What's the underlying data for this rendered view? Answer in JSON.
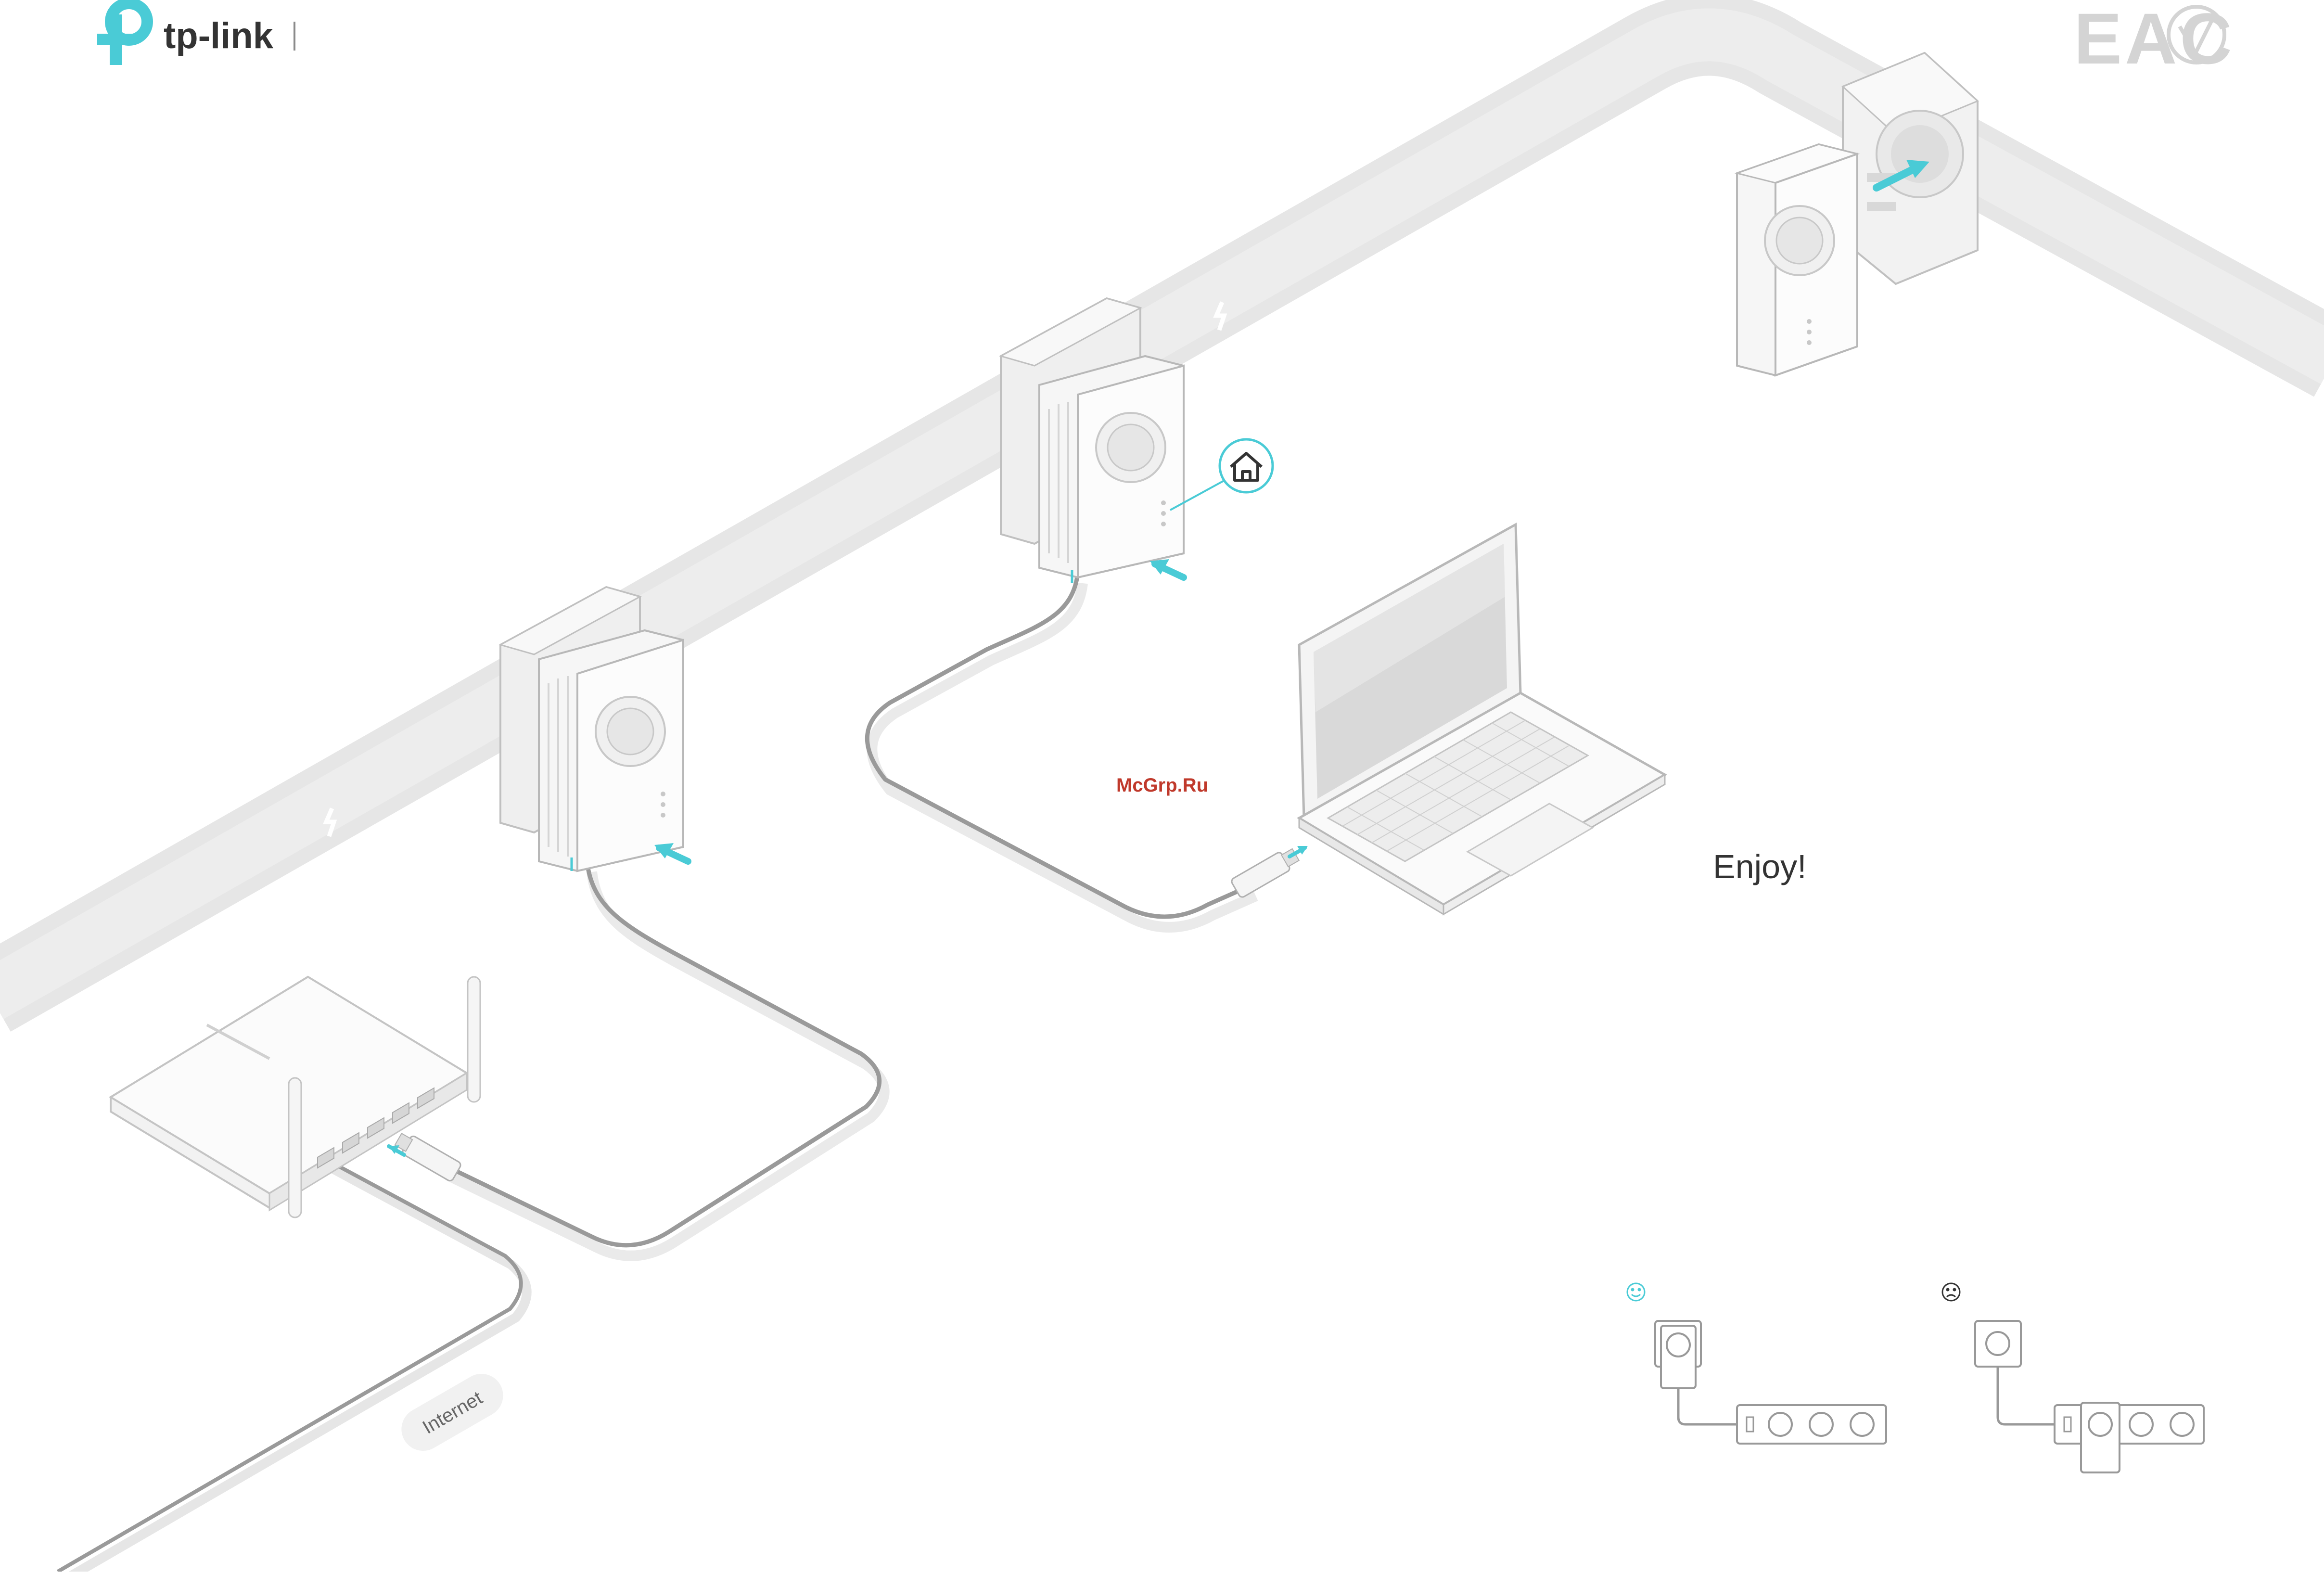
{
  "brand": {
    "logo_text": "tp-link",
    "accent": "#4ACBD6"
  },
  "certification": {
    "eac_text": "EAC"
  },
  "diagram": {
    "internet_label": "Internet",
    "watermark": "McGrp.Ru",
    "enjoy_label": "Enjoy!",
    "status_icon": "home-icon"
  },
  "tips": {
    "good_icon": "smiley-icon",
    "bad_icon": "frowny-icon"
  },
  "colors": {
    "accent": "#4ACBD6",
    "wall": "#E6E6E6",
    "cable": "#9A9A9A",
    "device_fill": "#F7F7F7",
    "device_stroke": "#B8B8B8",
    "watermark": "#C0392B"
  }
}
